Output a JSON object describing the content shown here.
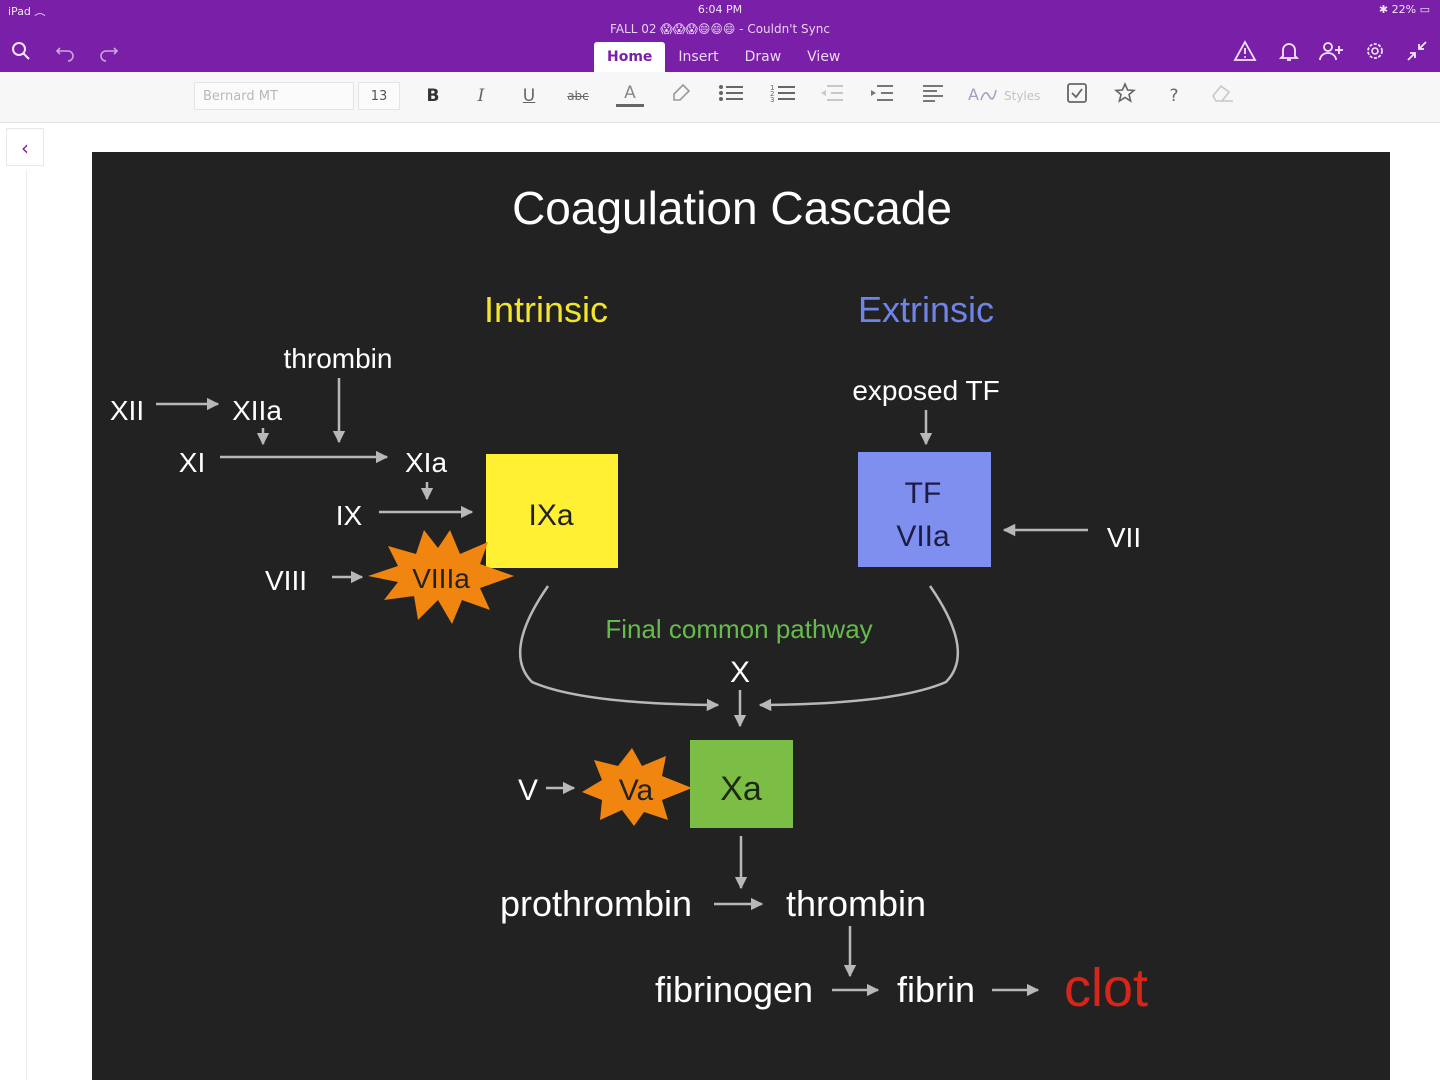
{
  "status_bar": {
    "carrier": "iPad",
    "time": "6:04 PM",
    "battery": "22%"
  },
  "app": {
    "notebook_title": "FALL 02 😱😱😱😄😄😄 - Couldn't Sync",
    "tabs": [
      "Home",
      "Insert",
      "Draw",
      "View"
    ],
    "active_tab": "Home",
    "left_icons": [
      "search-icon",
      "undo-icon",
      "redo-icon"
    ],
    "right_icons": [
      "warning-icon",
      "bell-icon",
      "add-person-icon",
      "settings-icon",
      "collapse-icon"
    ]
  },
  "ribbon": {
    "font_name": "Bernard MT",
    "font_size": "13",
    "bold": "B",
    "italic": "I",
    "underline": "U",
    "strike": "abc",
    "font_color": "A",
    "styles_label": "Styles",
    "help": "?"
  },
  "diagram": {
    "title": "Coagulation Cascade",
    "intrinsic_label": "Intrinsic",
    "extrinsic_label": "Extrinsic",
    "thrombin_top": "thrombin",
    "xii": "XII",
    "xiia": "XIIa",
    "xi": "XI",
    "xia": "XIa",
    "ix": "IX",
    "ixa": "IXa",
    "viii": "VIII",
    "viiia": "VIIIa",
    "exposed_tf": "exposed TF",
    "tf_line1": "TF",
    "tf_line2": "VIIa",
    "vii": "VII",
    "final_common": "Final common pathway",
    "x": "X",
    "v": "V",
    "va": "Va",
    "xa": "Xa",
    "prothrombin": "prothrombin",
    "thrombin": "thrombin",
    "fibrinogen": "fibrinogen",
    "fibrin": "fibrin",
    "clot": "clot",
    "colors": {
      "background": "#222222",
      "title_text": "#ffffff",
      "intrinsic": "#f2e52a",
      "extrinsic": "#6f84e8",
      "ixa_box": "#fff033",
      "tf_box": "#7f8ff0",
      "xa_box": "#7cbd45",
      "starburst": "#f0850f",
      "final_common": "#66bb4c",
      "clot": "#d8251a",
      "arrow": "#b8b8b8"
    }
  }
}
